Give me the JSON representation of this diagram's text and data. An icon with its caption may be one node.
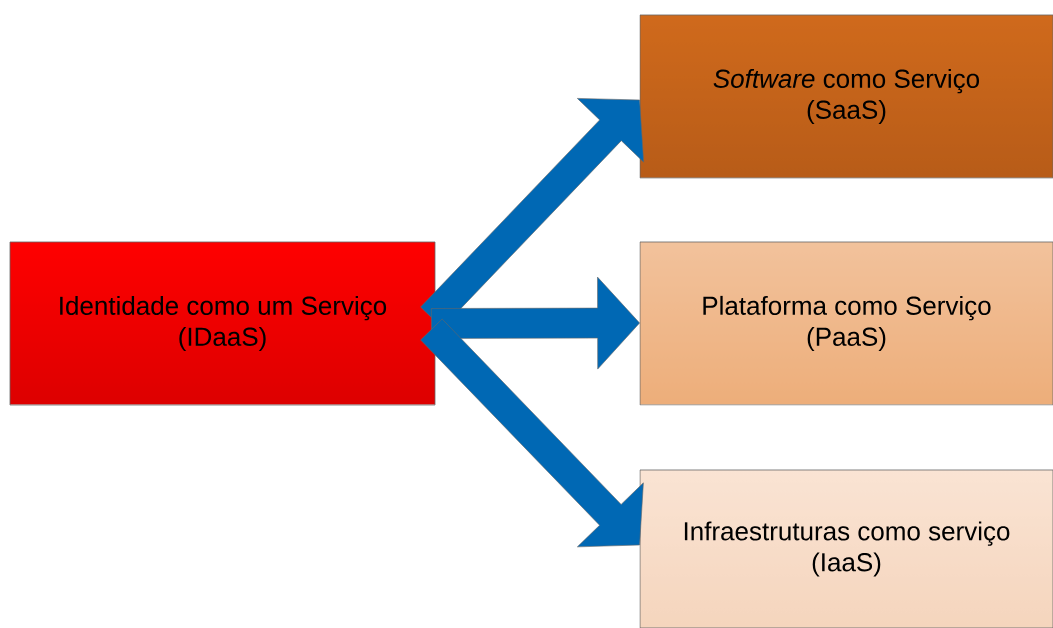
{
  "diagram": {
    "nodes": [
      {
        "text": [
          "Identidade como um Serviço (IDaaS)"
        ]
      },
      {
        "text": [
          "*Software* como Serviço (SaaS)"
        ]
      },
      {
        "text": [
          "Plataforma como Serviço (PaaS)"
        ]
      },
      {
        "text": [
          "Infraestruturas como serviço (IaaS)"
        ]
      }
    ],
    "edges": [
      {
        "from": 0,
        "to": 1,
        "arrow": "to"
      },
      {
        "from": 0,
        "to": 2,
        "arrow": "to"
      },
      {
        "from": 0,
        "to": 3,
        "arrow": "to"
      }
    ]
  }
}
